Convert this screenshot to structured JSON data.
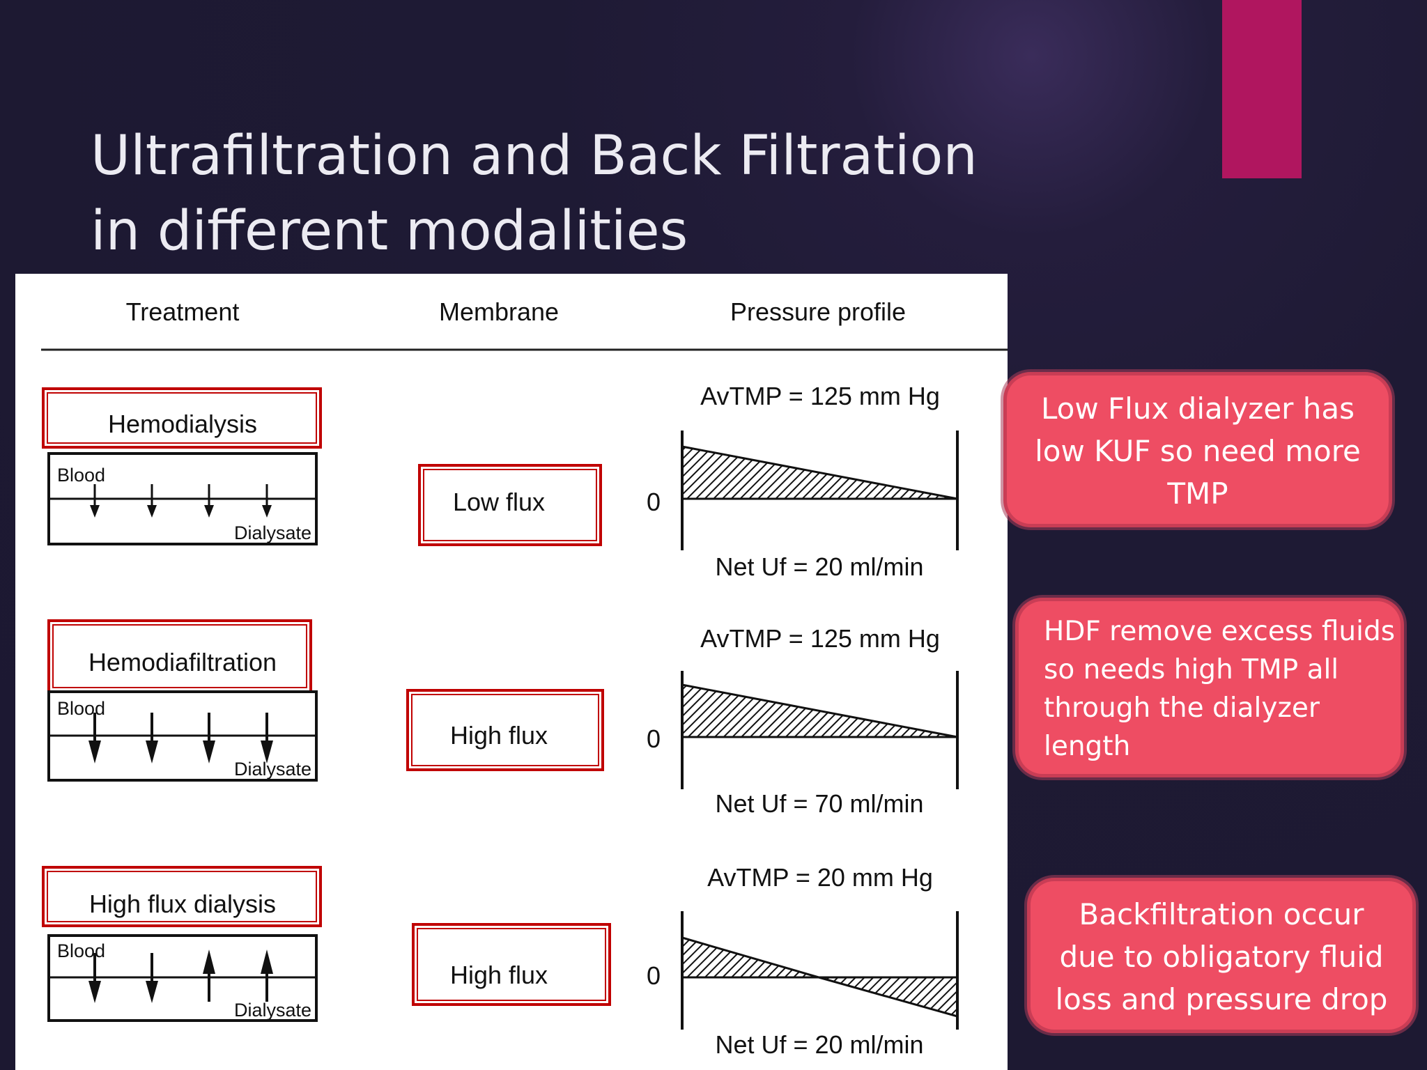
{
  "slide": {
    "title_line1": "Ultrafiltration and Back Filtration",
    "title_line2": "in different modalities",
    "accent_color": "#b0165f",
    "background_color": "#1e1a34"
  },
  "figure": {
    "headers": {
      "treatment": "Treatment",
      "membrane": "Membrane",
      "pressure_profile": "Pressure profile"
    },
    "rows": [
      {
        "treatment": "Hemodialysis",
        "blood_label": "Blood",
        "dialysate_label": "Dialysate",
        "membrane": "Low flux",
        "avtmp": "AvTMP = 125 mm Hg",
        "zero": "0",
        "net_uf": "Net Uf = 20 ml/min"
      },
      {
        "treatment": "Hemodiafiltration",
        "blood_label": "Blood",
        "dialysate_label": "Dialysate",
        "membrane": "High flux",
        "avtmp": "AvTMP = 125 mm Hg",
        "zero": "0",
        "net_uf": "Net Uf = 70 ml/min"
      },
      {
        "treatment": "High flux dialysis",
        "blood_label": "Blood",
        "dialysate_label": "Dialysate",
        "membrane": "High flux",
        "avtmp": "AvTMP = 20 mm Hg",
        "zero": "0",
        "net_uf": "Net Uf = 20 ml/min"
      }
    ],
    "highlight_color": "#c00000"
  },
  "callouts": [
    {
      "lines": [
        "Low Flux dialyzer has",
        "low KUF so need more",
        "TMP"
      ]
    },
    {
      "lines": [
        "HDF remove excess fluids",
        "so needs high TMP all",
        "through the dialyzer",
        "length"
      ]
    },
    {
      "lines": [
        "Backfiltration occur",
        "due to obligatory fluid",
        "loss and pressure drop"
      ]
    }
  ],
  "callout_color": "#ee4d63"
}
